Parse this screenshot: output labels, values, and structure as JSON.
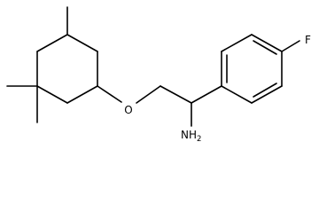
{
  "molecule": {
    "atoms": {
      "oxygen": "O",
      "fluorine": "F",
      "amine": {
        "main": "NH",
        "subscript": "2"
      }
    }
  }
}
